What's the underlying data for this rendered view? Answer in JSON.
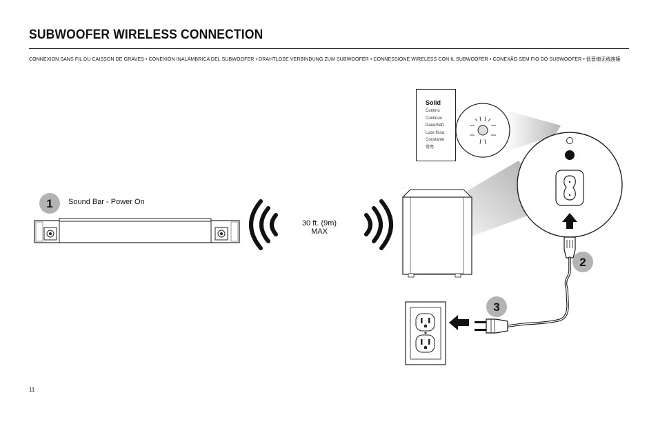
{
  "page": {
    "title": "SUBWOOFER WIRELESS CONNECTION",
    "subtitle": "CONNEXION SANS FIL DU CAISSON DE GRAVES • CONEXIÓN INALÁMBRICA DEL SUBWOOFER • DRAHTLOSE VERBINDUNG ZUM SUBWOOFER • CONNESSIONE WIRELESS CON IL SUBWOOFER • CONEXÃO SEM FIO DO SUBWOOFER • 低音炮无线连接",
    "page_number": "11"
  },
  "steps": {
    "step1": {
      "number": "1",
      "label": "Sound Bar - Power On"
    },
    "step2": {
      "number": "2"
    },
    "step3": {
      "number": "3"
    }
  },
  "distance": {
    "line1": "30 ft. (9m)",
    "line2": "MAX"
  },
  "legend": {
    "heading": "Solid",
    "items": [
      "Continu",
      "Continuo",
      "Dauerhaft",
      "Luce fissa",
      "Constante",
      "常亮"
    ]
  },
  "colors": {
    "badge": "#b3b3b3",
    "line": "#111111",
    "cone": "#cfcfcf"
  }
}
